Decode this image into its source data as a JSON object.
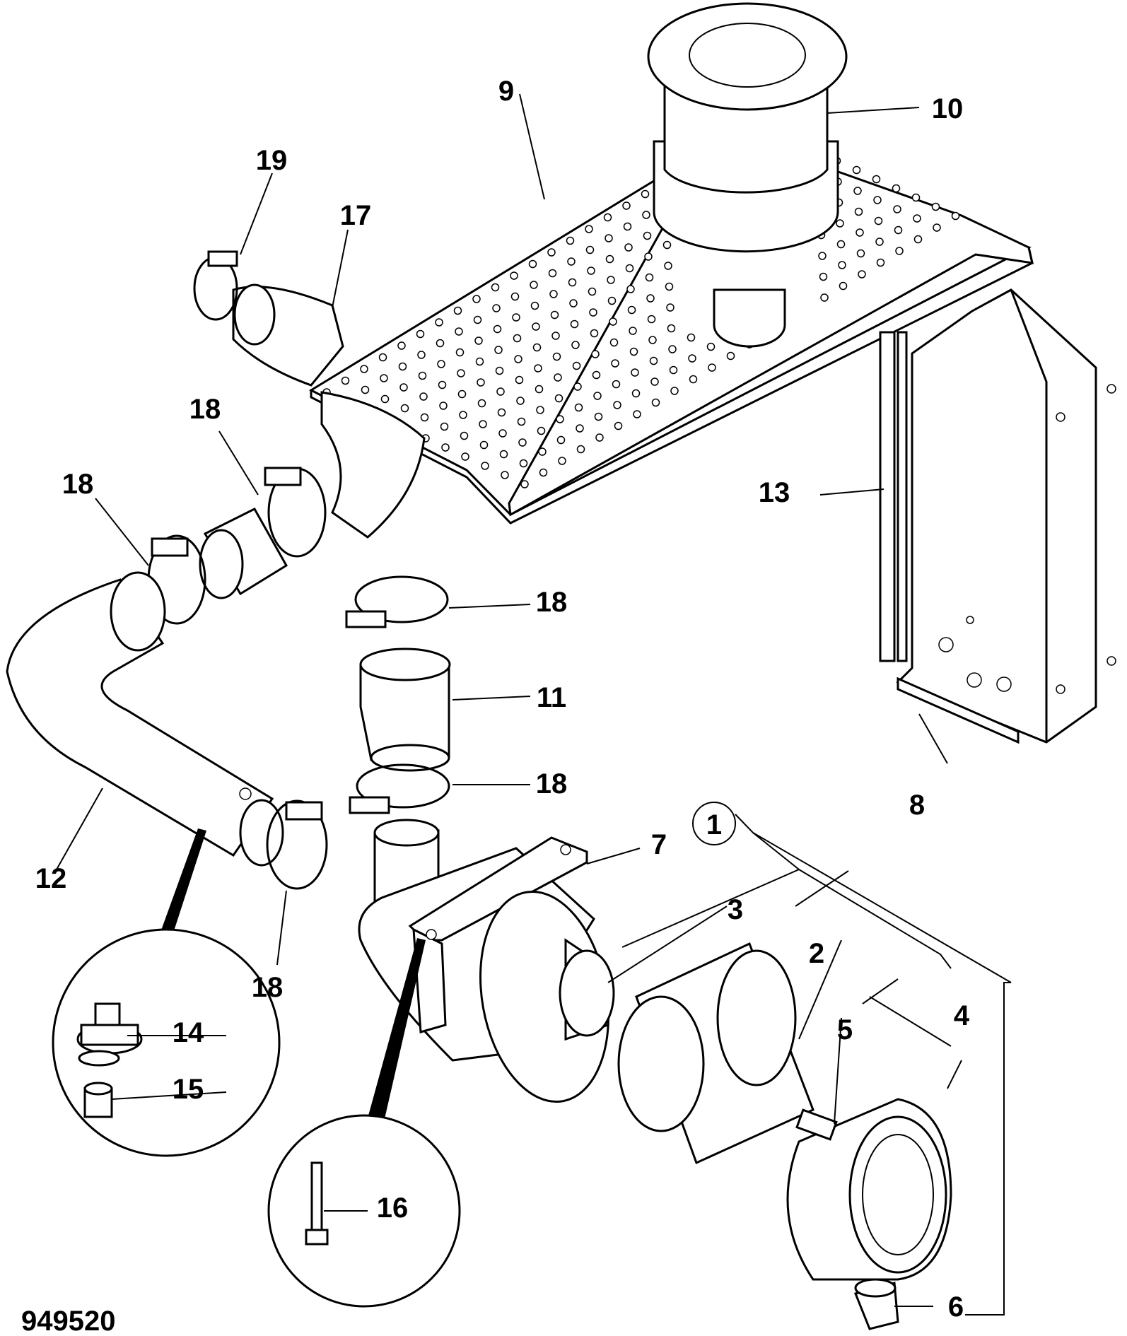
{
  "diagram": {
    "drawing_number": "949520",
    "callouts": {
      "c1": "1",
      "c2": "2",
      "c3": "3",
      "c4": "4",
      "c5": "5",
      "c6": "6",
      "c7": "7",
      "c8": "8",
      "c9": "9",
      "c10": "10",
      "c11": "11",
      "c12": "12",
      "c13": "13",
      "c14": "14",
      "c15": "15",
      "c16": "16",
      "c17": "17",
      "c18a": "18",
      "c18b": "18",
      "c18c": "18",
      "c18d": "18",
      "c18e": "18",
      "c19": "19"
    }
  }
}
